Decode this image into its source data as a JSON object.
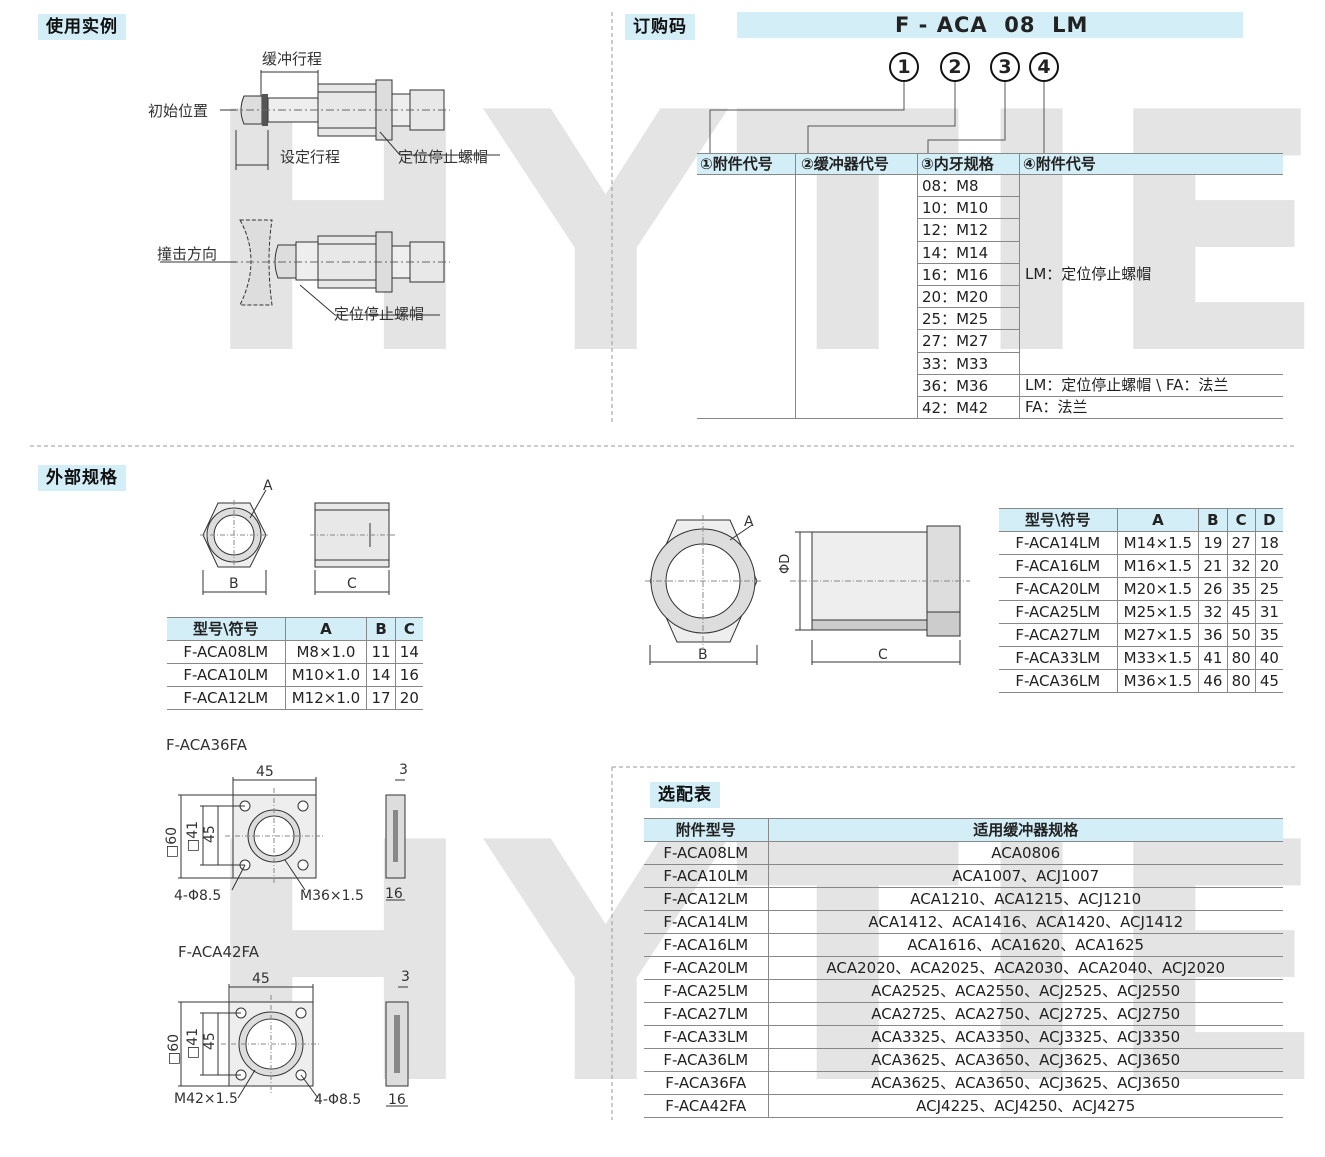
{
  "sections": {
    "usage": "使用实例",
    "order": "订购码",
    "external": "外部规格",
    "selection": "选配表"
  },
  "order_code": {
    "parts": [
      "F",
      "-",
      "ACA",
      "08",
      "LM"
    ],
    "circles": [
      "1",
      "2",
      "3",
      "4"
    ],
    "headers": [
      "①附件代号",
      "②缓冲器代号",
      "③内牙规格",
      "④附件代号"
    ],
    "threads": [
      "08：M8",
      "10：M10",
      "12：M12",
      "14：M14",
      "16：M16",
      "20：M20",
      "25：M25",
      "27：M27",
      "33：M33",
      "36：M36",
      "42：M42"
    ],
    "acc_lm": "LM：定位停止螺帽",
    "acc_lm_fa": "LM：定位停止螺帽 \\ FA：法兰",
    "acc_fa": "FA：法兰"
  },
  "usage_labels": {
    "stroke": "缓冲行程",
    "initial": "初始位置",
    "set_stroke": "设定行程",
    "stop_nut": "定位停止螺帽",
    "impact": "撞击方向",
    "stop_nut2": "定位停止螺帽"
  },
  "watermark": "HYTIE",
  "small_table": {
    "headers": [
      "型号\\符号",
      "A",
      "B",
      "C"
    ],
    "rows": [
      [
        "F-ACA08LM",
        "M8×1.0",
        "11",
        "14"
      ],
      [
        "F-ACA10LM",
        "M10×1.0",
        "14",
        "16"
      ],
      [
        "F-ACA12LM",
        "M12×1.0",
        "17",
        "20"
      ]
    ]
  },
  "large_table": {
    "headers": [
      "型号\\符号",
      "A",
      "B",
      "C",
      "D"
    ],
    "rows": [
      [
        "F-ACA14LM",
        "M14×1.5",
        "19",
        "27",
        "18"
      ],
      [
        "F-ACA16LM",
        "M16×1.5",
        "21",
        "32",
        "20"
      ],
      [
        "F-ACA20LM",
        "M20×1.5",
        "26",
        "35",
        "25"
      ],
      [
        "F-ACA25LM",
        "M25×1.5",
        "32",
        "45",
        "31"
      ],
      [
        "F-ACA27LM",
        "M27×1.5",
        "36",
        "50",
        "35"
      ],
      [
        "F-ACA33LM",
        "M33×1.5",
        "41",
        "80",
        "40"
      ],
      [
        "F-ACA36LM",
        "M36×1.5",
        "46",
        "80",
        "45"
      ]
    ]
  },
  "drawing_labels": {
    "a": "A",
    "b": "B",
    "c": "C",
    "phi_d": "ΦD"
  },
  "flange36": {
    "title": "F-ACA36FA",
    "w": "45",
    "sq60": "□60",
    "sq41": "□41",
    "h45": "45",
    "holes": "4-Φ8.5",
    "thread": "M36×1.5",
    "t3": "3",
    "t16": "16"
  },
  "flange42": {
    "title": "F-ACA42FA",
    "w": "45",
    "sq60": "□60",
    "sq41": "□41",
    "h45": "45",
    "holes": "4-Φ8.5",
    "thread": "M42×1.5",
    "t3": "3",
    "t16": "16"
  },
  "selection_table": {
    "headers": [
      "附件型号",
      "适用缓冲器规格"
    ],
    "rows": [
      [
        "F-ACA08LM",
        "ACA0806"
      ],
      [
        "F-ACA10LM",
        "ACA1007、ACJ1007"
      ],
      [
        "F-ACA12LM",
        "ACA1210、ACA1215、ACJ1210"
      ],
      [
        "F-ACA14LM",
        "ACA1412、ACA1416、ACA1420、ACJ1412"
      ],
      [
        "F-ACA16LM",
        "ACA1616、ACA1620、ACA1625"
      ],
      [
        "F-ACA20LM",
        "ACA2020、ACA2025、ACA2030、ACA2040、ACJ2020"
      ],
      [
        "F-ACA25LM",
        "ACA2525、ACA2550、ACJ2525、ACJ2550"
      ],
      [
        "F-ACA27LM",
        "ACA2725、ACA2750、ACJ2725、ACJ2750"
      ],
      [
        "F-ACA33LM",
        "ACA3325、ACA3350、ACJ3325、ACJ3350"
      ],
      [
        "F-ACA36LM",
        "ACA3625、ACA3650、ACJ3625、ACJ3650"
      ],
      [
        "F-ACA36FA",
        "ACA3625、ACA3650、ACJ3625、ACJ3650"
      ],
      [
        "F-ACA42FA",
        "ACJ4225、ACJ4250、ACJ4275"
      ]
    ]
  }
}
